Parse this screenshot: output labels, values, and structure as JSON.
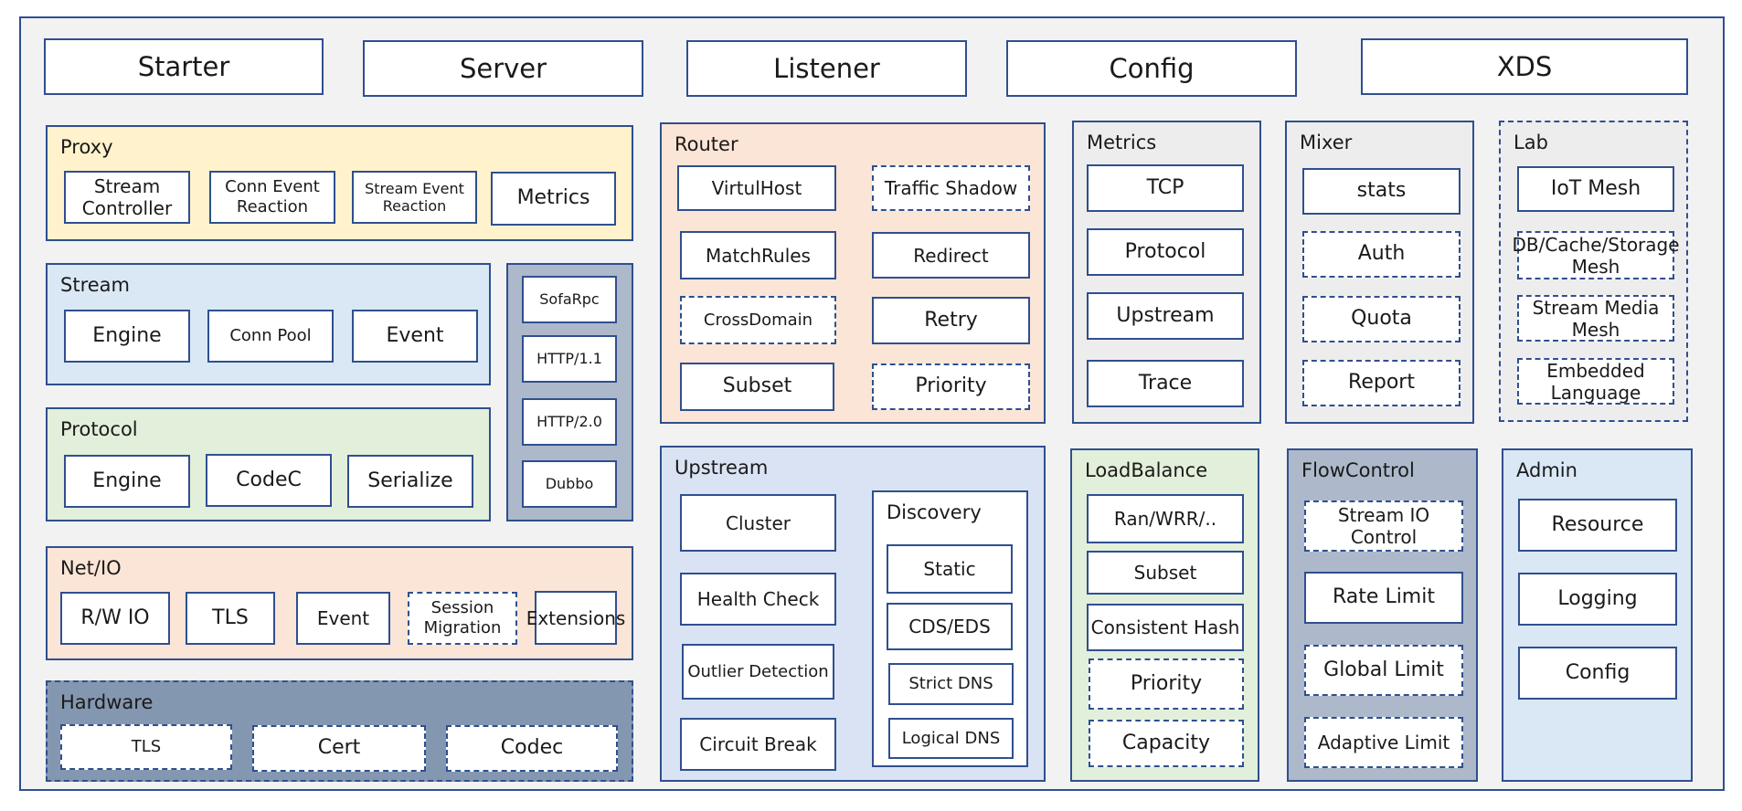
{
  "top_bar": [
    "Starter",
    "Server",
    "Listener",
    "Config",
    "XDS"
  ],
  "proxy": {
    "title": "Proxy",
    "items": [
      "Stream Controller",
      "Conn Event Reaction",
      "Stream Event Reaction",
      "Metrics"
    ]
  },
  "stream": {
    "title": "Stream",
    "items": [
      "Engine",
      "Conn Pool",
      "Event"
    ]
  },
  "protocol": {
    "title": "Protocol",
    "items": [
      "Engine",
      "CodeC",
      "Serialize"
    ]
  },
  "protocol_impls": [
    "SofaRpc",
    "HTTP/1.1",
    "HTTP/2.0",
    "Dubbo"
  ],
  "netio": {
    "title": "Net/IO",
    "items": [
      "R/W IO",
      "TLS",
      "Event",
      "Session Migration",
      "Extensions"
    ]
  },
  "hardware": {
    "title": "Hardware",
    "items": [
      "TLS",
      "Cert",
      "Codec"
    ]
  },
  "router": {
    "title": "Router",
    "items": [
      "VirtulHost",
      "Traffic Shadow",
      "MatchRules",
      "Redirect",
      "CrossDomain",
      "Retry",
      "Subset",
      "Priority"
    ]
  },
  "upstream": {
    "title": "Upstream",
    "items": [
      "Cluster",
      "Health Check",
      "Outlier Detection",
      "Circuit Break"
    ]
  },
  "discovery": {
    "title": "Discovery",
    "items": [
      "Static",
      "CDS/EDS",
      "Strict DNS",
      "Logical DNS"
    ]
  },
  "metrics": {
    "title": "Metrics",
    "items": [
      "TCP",
      "Protocol",
      "Upstream",
      "Trace"
    ]
  },
  "mixer": {
    "title": "Mixer",
    "items": [
      "stats",
      "Auth",
      "Quota",
      "Report"
    ]
  },
  "lab": {
    "title": "Lab",
    "items": [
      "IoT Mesh",
      "DB/Cache/Storage Mesh",
      "Stream Media Mesh",
      "Embedded Language"
    ]
  },
  "loadbalance": {
    "title": "LoadBalance",
    "items": [
      "Ran/WRR/..",
      "Subset",
      "Consistent Hash",
      "Priority",
      "Capacity"
    ]
  },
  "flowcontrol": {
    "title": "FlowControl",
    "items": [
      "Stream IO Control",
      "Rate Limit",
      "Global Limit",
      "Adaptive Limit"
    ]
  },
  "admin": {
    "title": "Admin",
    "items": [
      "Resource",
      "Logging",
      "Config"
    ]
  }
}
